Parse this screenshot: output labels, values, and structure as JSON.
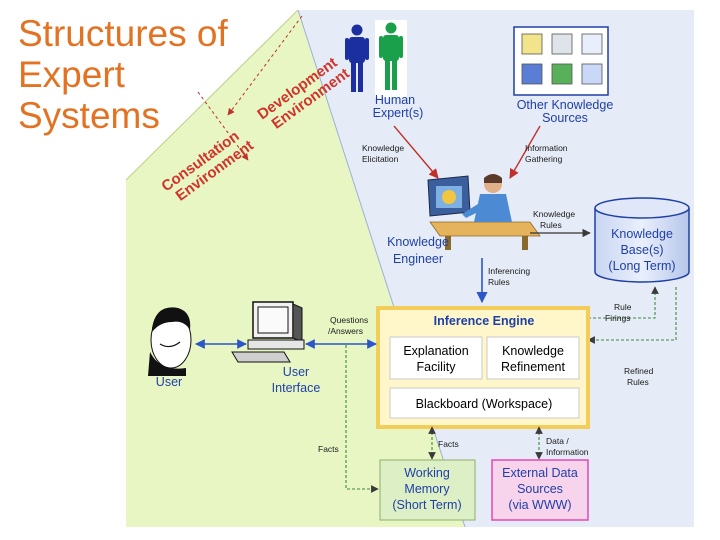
{
  "title": {
    "lines": [
      "Structures of",
      "Expert",
      "Systems"
    ]
  },
  "colors": {
    "title": "#e37222",
    "development_bg": "#e6ecf7",
    "consultation_bg": "#e8f6c4",
    "label_blue": "#1f3fa8",
    "environment_red": "#d0342c",
    "engine_border": "#f2cd5a",
    "engine_fill": "#fff7c9",
    "working_memory_fill": "#ddefc4",
    "external_fill": "#f8d4ec",
    "external_border": "#e04ab4"
  },
  "environments": {
    "development": [
      "Development",
      "Environment"
    ],
    "consultation": [
      "Consultation",
      "Environment"
    ]
  },
  "nodes": {
    "human_experts": [
      "Human",
      "Expert(s)"
    ],
    "other_sources": [
      "Other Knowledge",
      "Sources"
    ],
    "knowledge_engineer": [
      "Knowledge",
      "Engineer"
    ],
    "knowledge_base": [
      "Knowledge",
      "Base(s)",
      "(Long Term)"
    ],
    "inference_engine": "Inference Engine",
    "explanation": [
      "Explanation",
      "Facility"
    ],
    "refinement": [
      "Knowledge",
      "Refinement"
    ],
    "blackboard": "Blackboard (Workspace)",
    "working_memory": [
      "Working",
      "Memory",
      "(Short Term)"
    ],
    "external_data": [
      "External Data",
      "Sources",
      "(via WWW)"
    ],
    "user": "User",
    "user_interface": [
      "User",
      "Interface"
    ]
  },
  "edges": {
    "knowledge_elicitation": [
      "Knowledge",
      "Elicitation"
    ],
    "information_gathering": [
      "Information",
      "Gathering"
    ],
    "knowledge_rules": [
      "Knowledge",
      "Rules"
    ],
    "inferencing_rules": [
      "Inferencing",
      "Rules"
    ],
    "rule_firings": [
      "Rule",
      "Firings"
    ],
    "refined_rules": [
      "Refined",
      "Rules"
    ],
    "questions_answers": [
      "Questions",
      "/Answers"
    ],
    "facts_left": "Facts",
    "facts_mid": "Facts",
    "data_information": [
      "Data /",
      "Information"
    ]
  },
  "icons": {
    "human": "human-figure-icon",
    "sources": "knowledge-sources-icon",
    "engineer": "engineer-at-computer-icon",
    "database": "database-cylinder-icon",
    "user": "user-portrait-icon",
    "computer": "desktop-computer-icon"
  }
}
